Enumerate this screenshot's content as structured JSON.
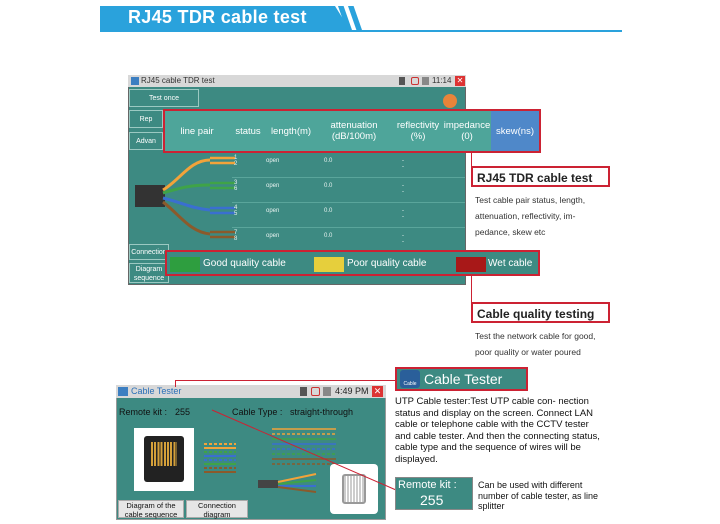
{
  "banner": {
    "title": "RJ45 TDR cable test"
  },
  "tdr_screen": {
    "title": "RJ45 cable TDR test",
    "time": "11:14",
    "buttons": {
      "test_once": "Test once",
      "rep": "Rep",
      "advan": "Advan",
      "connection": "Connection",
      "diagram": "Diagram",
      "sequence": "sequence"
    },
    "columns": [
      "line pair",
      "status",
      "length(m)",
      "attenuation\n(dB/100m)",
      "reflectivity\n(%)",
      "impedance\n(0)",
      "skew(ns)"
    ],
    "rows": [
      {
        "pair_top": "1",
        "pair_bottom": "2",
        "status": "open",
        "attenuation": "0.0",
        "skew": "--"
      },
      {
        "pair_top": "3",
        "pair_bottom": "6",
        "status": "open",
        "attenuation": "0.0",
        "skew": "--"
      },
      {
        "pair_top": "4",
        "pair_bottom": "5",
        "status": "open",
        "attenuation": "0.0",
        "skew": "--"
      },
      {
        "pair_top": "7",
        "pair_bottom": "8",
        "status": "open",
        "attenuation": "0.0",
        "skew": "--"
      }
    ],
    "legend": [
      {
        "label": "Good quality cable",
        "color": "#2e9e3f"
      },
      {
        "label": "Poor quality cable",
        "color": "#e6cf3c"
      },
      {
        "label": "Wet cable",
        "color": "#a81818"
      }
    ]
  },
  "callout_tdr": {
    "title": "RJ45 TDR cable test",
    "desc_lines": [
      "Test cable pair status, length,",
      "attenuation, reflectivity, im-",
      "pedance, skew etc"
    ]
  },
  "callout_quality": {
    "title": "Cable quality testing",
    "desc_lines": [
      "Test the network cable for good,",
      "poor quality or water poured"
    ]
  },
  "cable_tester": {
    "title": "Cable Tester",
    "time": "4:49 PM",
    "remote_label": "Remote kit :",
    "remote_value": "255",
    "cable_type_label": "Cable Type :",
    "cable_type_value": "straight-through",
    "btn_diagram": "Diagram of the cable sequence",
    "btn_connection": "Connection diagram"
  },
  "callout_ct": {
    "title": "Cable Tester",
    "icon_label": "Cable",
    "desc": "UTP Cable tester:Test UTP cable con- nection status and display on the screen. Connect LAN cable or telephone cable with the CCTV tester and cable tester. And then the connecting status, cable type and the sequence of wires will be displayed."
  },
  "remote_kit": {
    "label": "Remote kit :",
    "value": "255",
    "desc": "Can be used with different number of cable tester, as line splitter"
  }
}
